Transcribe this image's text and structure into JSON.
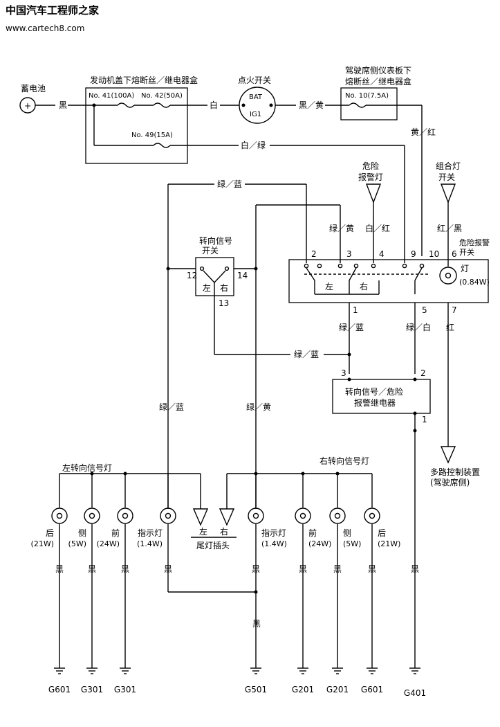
{
  "watermark": {
    "title": "中国汽车工程师之家",
    "url": "www.cartech8.com"
  },
  "battery": {
    "label": "蓄电池",
    "symbol": "+"
  },
  "engine_box": {
    "title": "发动机盖下熔断丝／继电器盒",
    "fuse41": "No. 41(100A)",
    "fuse42": "No. 42(50A)",
    "fuse49": "No. 49(15A)"
  },
  "ignition": {
    "label": "点火开关",
    "bat": "BAT",
    "ig1": "IG1"
  },
  "dash_box": {
    "title1": "驾驶席侧仪表板下",
    "title2": "熔断丝／继电器盒",
    "fuse10": "No. 10(7.5A)"
  },
  "wires": {
    "black": "黑",
    "white": "白",
    "black_yellow": "黑／黄",
    "yellow_red": "黄／红",
    "white_green": "白／绿",
    "green_blue": "绿／蓝",
    "green_yellow": "绿／黄",
    "white_red": "白／红",
    "red_black": "红／黑",
    "green_white": "绿／白",
    "red": "红"
  },
  "hazard_lamp": {
    "line1": "危险",
    "line2": "报警灯"
  },
  "combo_switch": {
    "line1": "组合灯",
    "line2": "开关"
  },
  "hazard_switch": {
    "line1": "危险报警",
    "line2": "开关",
    "left": "左",
    "right": "右",
    "lamp": "灯",
    "lamp_w": "(0.84W)"
  },
  "turn_switch": {
    "line1": "转向信号",
    "line2": "开关",
    "left": "左",
    "right": "右"
  },
  "pins": {
    "p2": "2",
    "p3": "3",
    "p4": "4",
    "p9": "9",
    "p10": "10",
    "p6": "6",
    "p1": "1",
    "p5": "5",
    "p7": "7",
    "p12": "12",
    "p14": "14",
    "p13": "13",
    "r3": "3",
    "r2": "2",
    "r1": "1"
  },
  "relay": {
    "line1": "转向信号／危险",
    "line2": "报警继电器"
  },
  "multiplex": {
    "line1": "多路控制装置",
    "line2": "(驾驶席侧)"
  },
  "left_group": {
    "title": "左转向信号灯"
  },
  "right_group": {
    "title": "右转向信号灯"
  },
  "lamps": [
    {
      "name": "后",
      "watt": "(21W)"
    },
    {
      "name": "侧",
      "watt": "(5W)"
    },
    {
      "name": "前",
      "watt": "(24W)"
    },
    {
      "name": "指示灯",
      "watt": "(1.4W)"
    },
    {
      "name": "指示灯",
      "watt": "(1.4W)"
    },
    {
      "name": "前",
      "watt": "(24W)"
    },
    {
      "name": "侧",
      "watt": "(5W)"
    },
    {
      "name": "后",
      "watt": "(21W)"
    }
  ],
  "tail_connector": {
    "left": "左",
    "right": "右",
    "label": "尾灯插头"
  },
  "grounds": [
    "G601",
    "G301",
    "G301",
    "G501",
    "G201",
    "G201",
    "G601",
    "G401"
  ]
}
